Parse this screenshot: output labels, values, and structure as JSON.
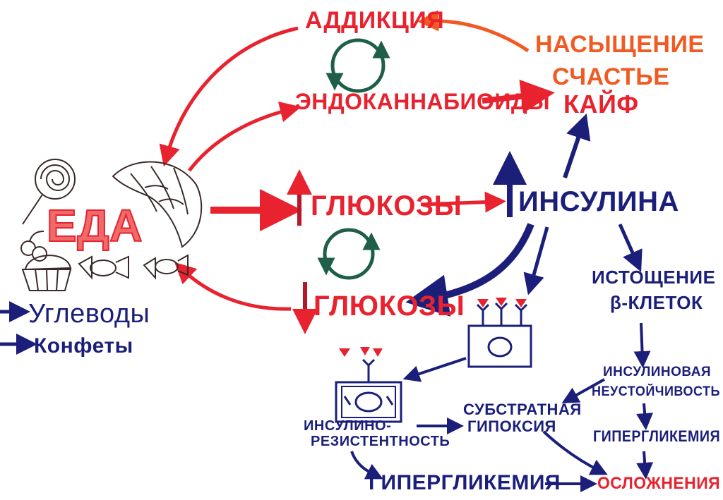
{
  "colors": {
    "red": "#e8222e",
    "orange": "#f15a22",
    "navy": "#1c1f7a",
    "teal": "#1f5f4a",
    "salmon": "#f06a6a"
  },
  "labels": {
    "addiction": "АДДИКЦИЯ",
    "saturation": "НАСЫЩЕНИЕ",
    "happiness": "СЧАСТЬЕ",
    "kaif": "КАЙФ",
    "endocannabinoids": "ЭНДОКАННАБИОИДЫ",
    "food": "ЕДА",
    "glucose_up": "ГЛЮКОЗЫ",
    "glucose_down": "ГЛЮКОЗЫ",
    "insulin": "ИНСУЛИНА",
    "carbs": "Углеводы",
    "candies": "Конфеты",
    "beta_depletion_1": "ИСТОЩЕНИЕ",
    "beta_depletion_2": "β-КЛЕТОК",
    "insulin_instability_1": "ИНСУЛИНОВАЯ",
    "insulin_instability_2": "НЕУСТОЙЧИВОСТЬ",
    "hyperglycemia_right": "ГИПЕРГЛИКЕМИЯ",
    "substrate_hypoxia_1": "СУБСТРАТНАЯ",
    "substrate_hypoxia_2": "ГИПОКСИЯ",
    "insulin_resistance_1": "ИНСУЛИНО-",
    "insulin_resistance_2": "РЕЗИСТЕНТНОСТЬ",
    "hyperglycemia_bottom": "ГИПЕРГЛИКЕМИЯ",
    "complications": "ОСЛОЖНЕНИЯ"
  }
}
